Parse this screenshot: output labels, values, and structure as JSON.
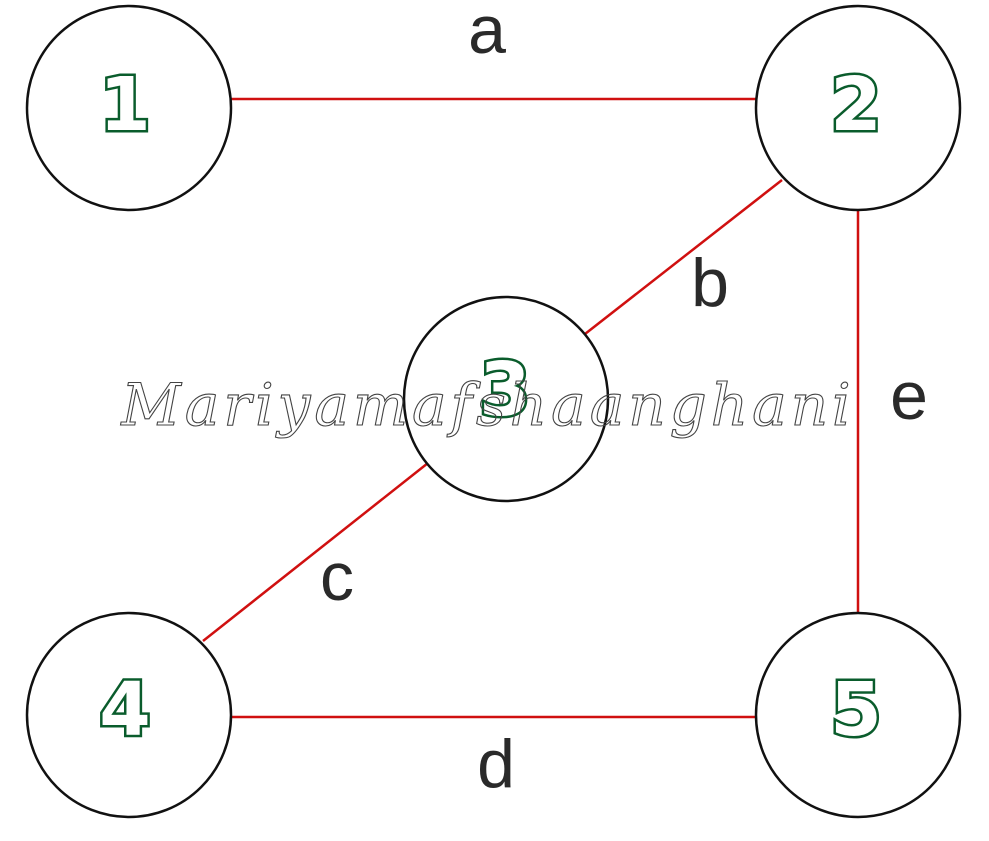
{
  "graph": {
    "nodes": [
      {
        "id": "1",
        "label": "1"
      },
      {
        "id": "2",
        "label": "2"
      },
      {
        "id": "3",
        "label": "3"
      },
      {
        "id": "4",
        "label": "4"
      },
      {
        "id": "5",
        "label": "5"
      }
    ],
    "edges": [
      {
        "label": "a",
        "from": "1",
        "to": "2"
      },
      {
        "label": "b",
        "from": "2",
        "to": "3"
      },
      {
        "label": "c",
        "from": "3",
        "to": "4"
      },
      {
        "label": "d",
        "from": "4",
        "to": "5"
      },
      {
        "label": "e",
        "from": "2",
        "to": "5"
      }
    ]
  },
  "watermark": "Mariyamafshaanghani",
  "colors": {
    "edge": "#d01010",
    "node_stroke": "#111111",
    "node_label": "#0a5c2c",
    "edge_label": "#2a2a2a"
  }
}
